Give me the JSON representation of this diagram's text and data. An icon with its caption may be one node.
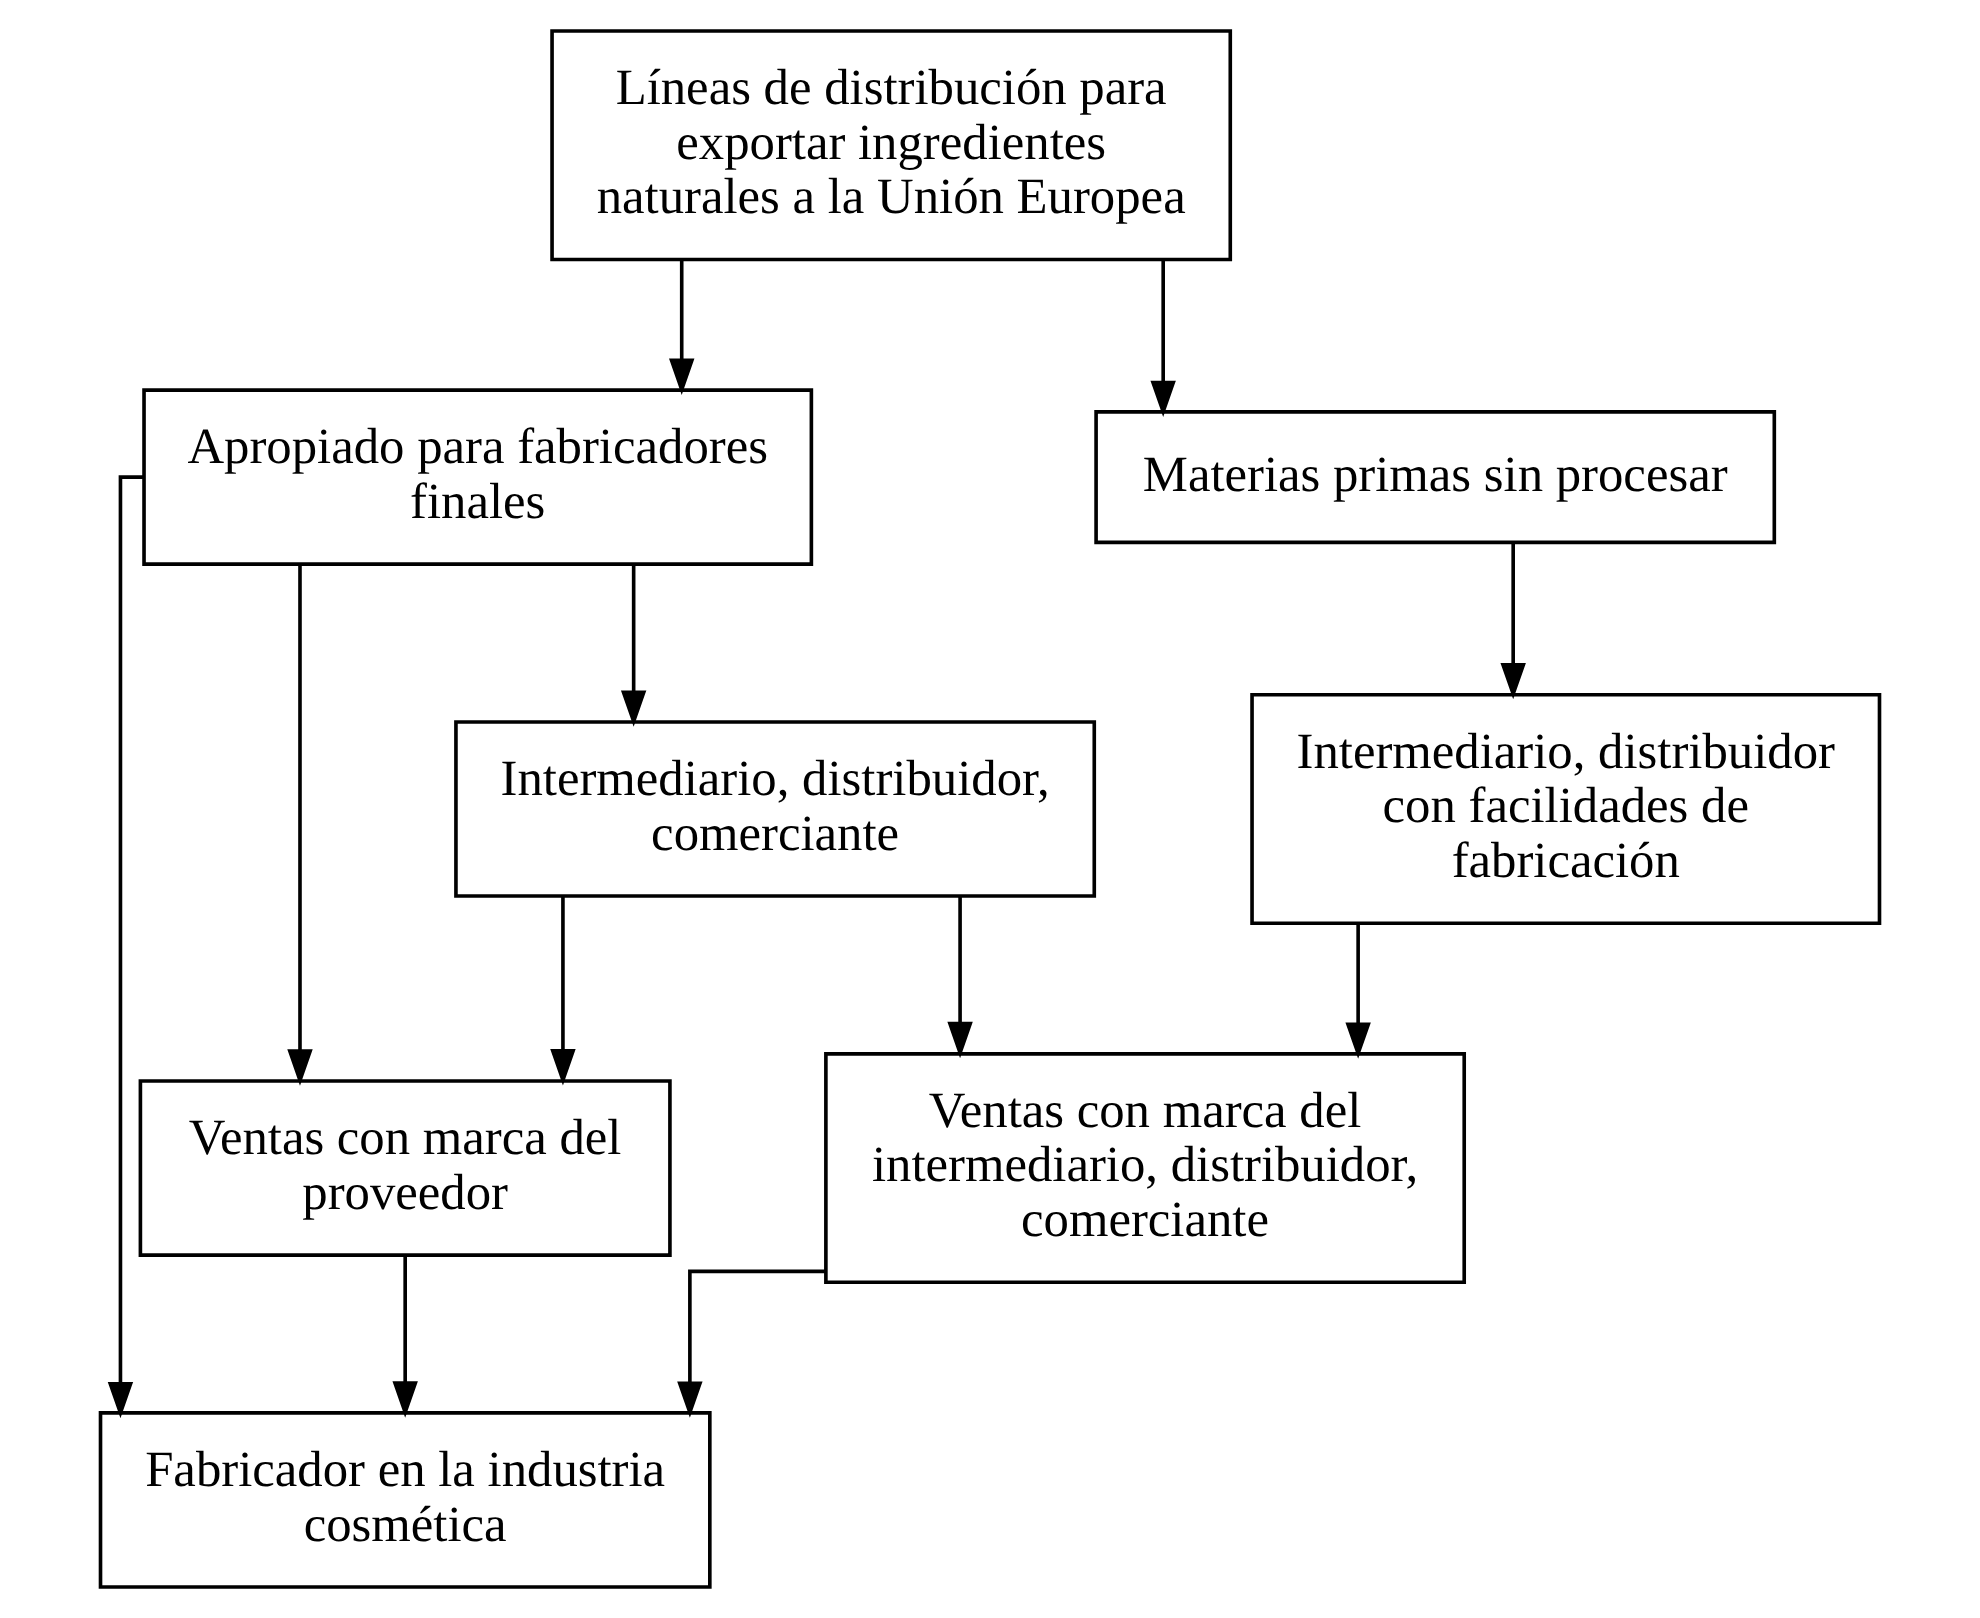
{
  "diagram": {
    "nodes": [
      {
        "text": [
          "Líneas de distribución para exportar ingredientes naturales a la Unión Europea"
        ]
      },
      {
        "text": [
          "Apropiado para fabricadores finales"
        ]
      },
      {
        "text": [
          "Materias primas sin procesar"
        ]
      },
      {
        "text": [
          "Intermediario, distribuidor, comerciante"
        ]
      },
      {
        "text": [
          "Intermediario, distribuidor con facilidades de fabricación"
        ]
      },
      {
        "text": [
          "Ventas con marca del proveedor"
        ]
      },
      {
        "text": [
          "Ventas con marca del intermediario, distribuidor, comerciante"
        ]
      },
      {
        "text": [
          "Fabricador en la industria cosmética"
        ]
      }
    ],
    "edges": [
      {
        "from": 0,
        "to": 1,
        "arrow": "to"
      },
      {
        "from": 0,
        "to": 2,
        "arrow": "to"
      },
      {
        "from": 1,
        "to": 3,
        "arrow": "to"
      },
      {
        "from": 1,
        "to": 5,
        "arrow": "to"
      },
      {
        "from": 1,
        "to": 7,
        "arrow": "to"
      },
      {
        "from": 2,
        "to": 4,
        "arrow": "to"
      },
      {
        "from": 3,
        "to": 5,
        "arrow": "to"
      },
      {
        "from": 3,
        "to": 6,
        "arrow": "to"
      },
      {
        "from": 4,
        "to": 6,
        "arrow": "to"
      },
      {
        "from": 5,
        "to": 7,
        "arrow": "to"
      },
      {
        "from": 6,
        "to": 7,
        "arrow": "to"
      }
    ]
  }
}
